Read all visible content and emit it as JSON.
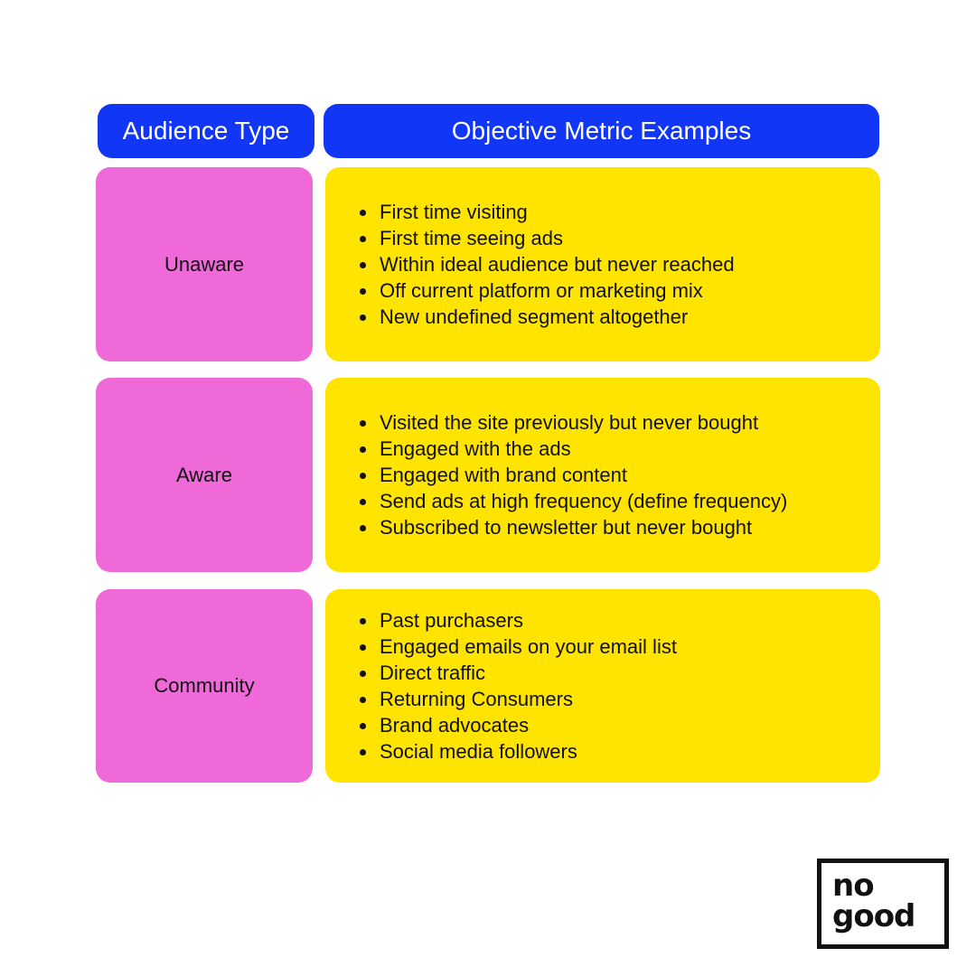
{
  "colors": {
    "header_bg": "#1236f5",
    "type_bg": "#ef69d8",
    "metric_bg": "#ffe400",
    "text": "#111111"
  },
  "table": {
    "headers": [
      "Audience Type",
      "Objective Metric Examples"
    ],
    "rows": [
      {
        "type": "Unaware",
        "metrics": [
          "First time visiting",
          "First time seeing ads",
          "Within ideal audience but never reached",
          "Off current platform or marketing mix",
          "New undefined segment altogether"
        ]
      },
      {
        "type": "Aware",
        "metrics": [
          "Visited the site previously but never bought",
          "Engaged with the ads",
          "Engaged with brand content",
          "Send ads at high frequency (define frequency)",
          "Subscribed to newsletter but never bought"
        ]
      },
      {
        "type": "Community",
        "metrics": [
          "Past purchasers",
          "Engaged emails on your email list",
          "Direct traffic",
          "Returning Consumers",
          "Brand advocates",
          "Social media followers"
        ]
      }
    ]
  },
  "logo": {
    "line1": "no",
    "line2": "good"
  }
}
